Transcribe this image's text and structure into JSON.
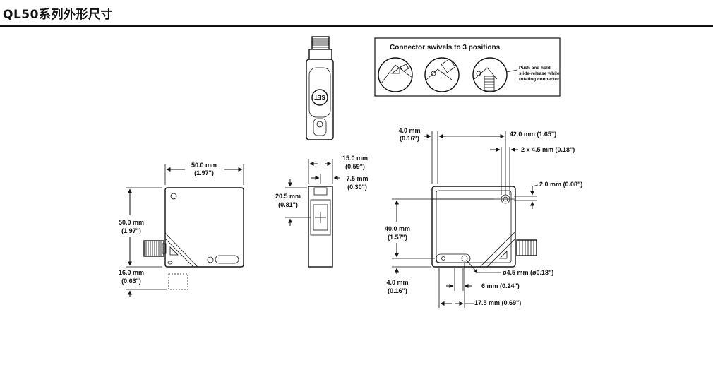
{
  "page": {
    "title": "QL50系列外形尺寸"
  },
  "callout": {
    "heading": "Connector swivels to 3 positions",
    "note_line1": "Push and hold",
    "note_line2": "slide-release while",
    "note_line3": "rotating connector"
  },
  "front_view": {
    "width_mm": "50.0 mm",
    "width_in": "(1.97\")",
    "height_mm": "50.0 mm",
    "height_in": "(1.97\")",
    "connector_mm": "16.0 mm",
    "connector_in": "(0.63\")"
  },
  "side_view": {
    "set_button": "SET",
    "width_mm": "15.0 mm",
    "width_in": "(0.59\")",
    "offset_mm": "7.5 mm",
    "offset_in": "(0.30\")",
    "height_mm": "20.5 mm",
    "height_in": "(0.81\")"
  },
  "mount_view": {
    "edge_mm": "4.0 mm",
    "edge_in": "(0.16\")",
    "span_label": "42.0 mm (1.65\")",
    "slot_label": "2 x 4.5 mm (0.18\")",
    "top_offset_label": "2.0 mm (0.08\")",
    "height_mm": "40.0 mm",
    "height_in": "(1.57\")",
    "hole_label": "ø4.5 mm (ø0.18\")",
    "bottom_mm": "4.0 mm",
    "bottom_in": "(0.16\")",
    "six_label": "6 mm (0.24\")",
    "seventeen_label": "17.5 mm (0.69\")"
  }
}
